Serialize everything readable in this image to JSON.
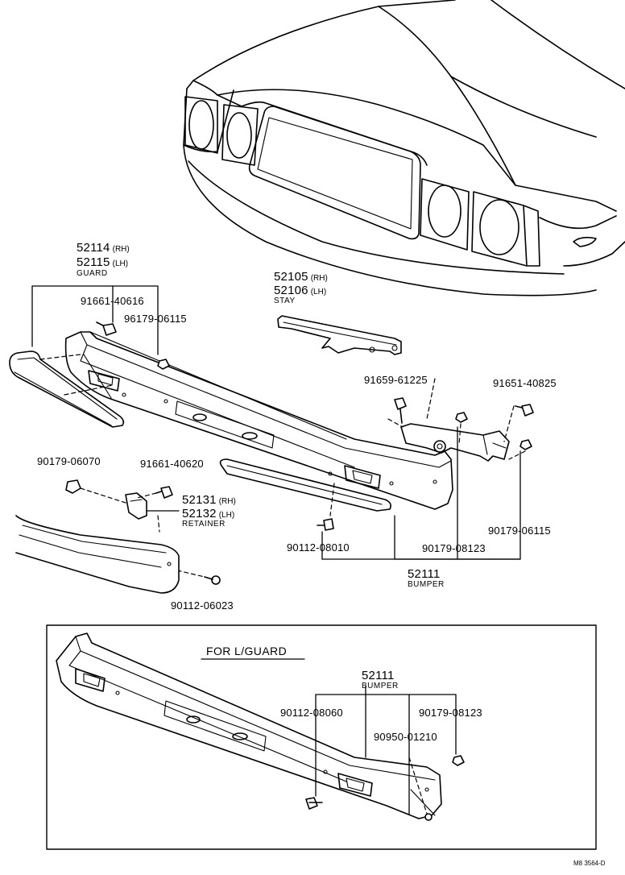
{
  "guard": {
    "rh": "52114",
    "rh_side": "(RH)",
    "lh": "52115",
    "lh_side": "(LH)",
    "name": "GUARD"
  },
  "stay": {
    "rh": "52105",
    "rh_side": "(RH)",
    "lh": "52106",
    "lh_side": "(LH)",
    "name": "STAY"
  },
  "retainer": {
    "rh": "52131",
    "rh_side": "(RH)",
    "lh": "52132",
    "lh_side": "(LH)",
    "name": "RETAINER"
  },
  "bumper": {
    "part": "52111",
    "name": "BUMPER"
  },
  "parts": {
    "p91661_40616": "91661-40616",
    "p96179_06115": "96179-06115",
    "p91659_61225": "91659-61225",
    "p91651_40825": "91651-40825",
    "p90179_06070": "90179-06070",
    "p91661_40620": "91661-40620",
    "p90179_06115": "90179-06115",
    "p90112_08010": "90112-08010",
    "p90179_08123": "90179-08123",
    "p90112_06023": "90112-06023"
  },
  "inset": {
    "title": "FOR L/GUARD",
    "bumper": "52111",
    "bumper_name": "BUMPER",
    "p90112_08060": "90112-08060",
    "p90950_01210": "90950-01210",
    "p90179_08123": "90179-08123"
  },
  "diagram_code": "M8 3564-D"
}
